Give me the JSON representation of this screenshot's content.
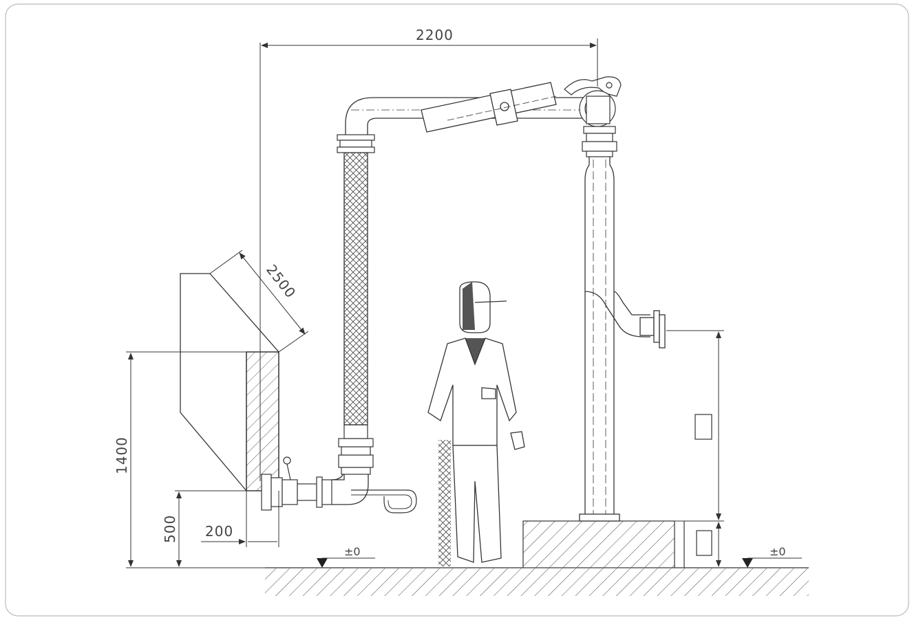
{
  "diagram": {
    "dimensions": {
      "reach": "2200",
      "tank_width": "2500",
      "connection_height": "1400",
      "base_height": "500",
      "offset": "200"
    },
    "levels": {
      "left_ground": "±0",
      "right_ground": "±0"
    },
    "colors": {
      "line": "#333333",
      "frame": "#bbbbbb",
      "background": "#ffffff"
    }
  }
}
